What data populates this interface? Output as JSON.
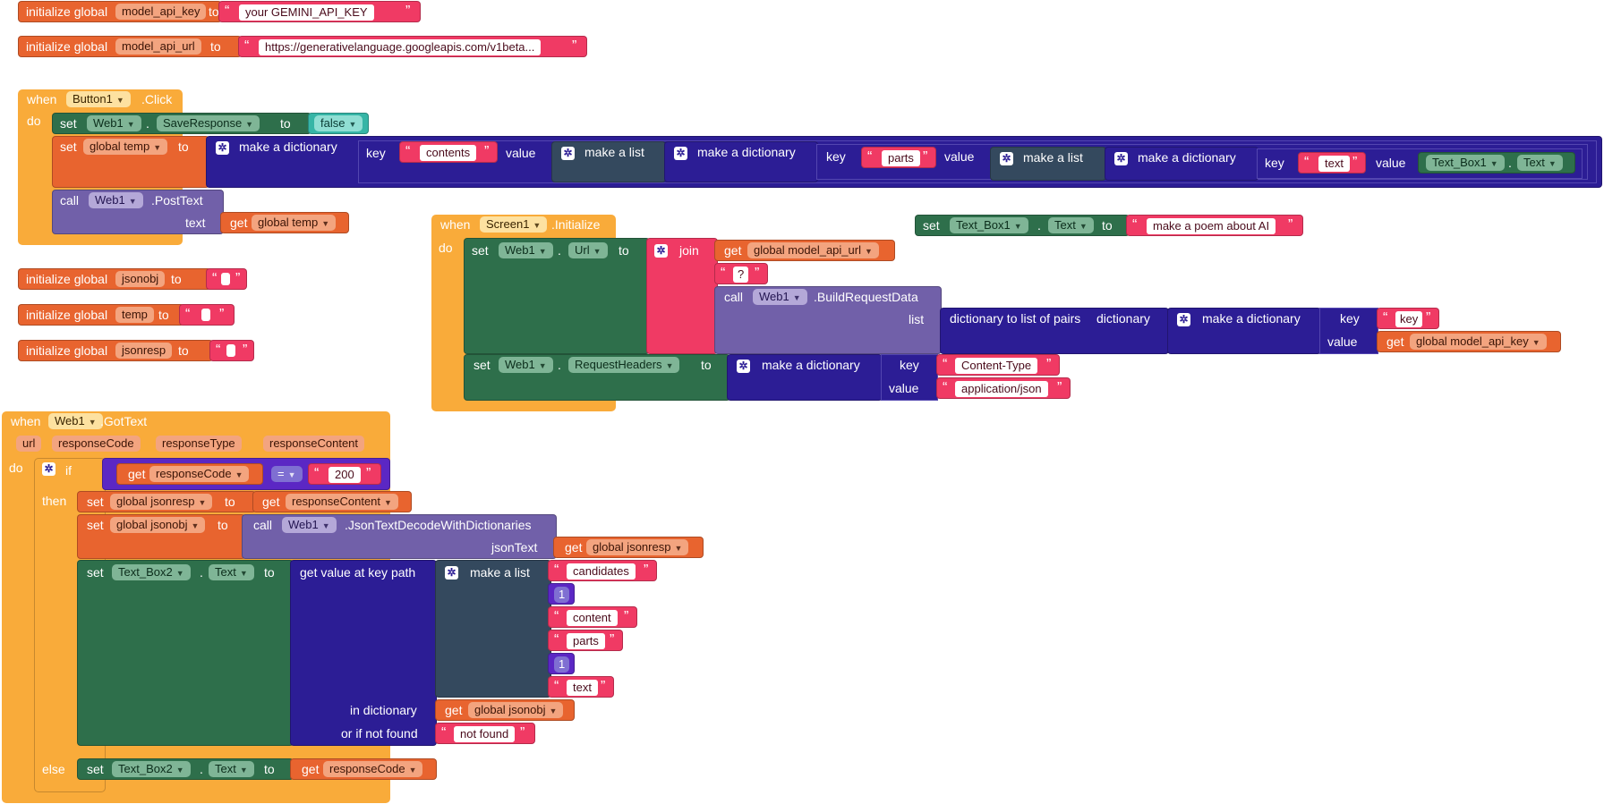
{
  "kw": {
    "init_global": "initialize global",
    "to": "to",
    "when": "when",
    "do": "do",
    "set": "set",
    "call": "call",
    "get": "get",
    "dot": ".",
    "make_dictionary": "make a dictionary",
    "make_list": "make a list",
    "key": "key",
    "value": "value",
    "text": "text",
    "join": "join",
    "list": "list",
    "dict_to_pairs": "dictionary to list of pairs",
    "dictionary": "dictionary",
    "if": "if",
    "then": "then",
    "else": "else",
    "json_text": "jsonText",
    "get_value_key_path": "get value at key path",
    "in_dictionary": "in dictionary",
    "or_if_not_found": "or if not found",
    "open_quote": "“",
    "close_quote": "”"
  },
  "globals": {
    "model_api_key": {
      "name": "model_api_key",
      "value": "your GEMINI_API_KEY"
    },
    "model_api_url": {
      "name": "model_api_url",
      "value": "https://generativelanguage.googleapis.com/v1beta..."
    },
    "jsonobj": {
      "name": "jsonobj",
      "value": " "
    },
    "temp": {
      "name": "temp",
      "value": " "
    },
    "jsonresp": {
      "name": "jsonresp",
      "value": " "
    }
  },
  "button_click": {
    "component": "Button1",
    "event": ".Click",
    "set_component": "Web1",
    "set_property": "SaveResponse",
    "bool_value": "false",
    "set_var": "global temp",
    "key_contents": "contents",
    "key_parts": "parts",
    "key_text": "text",
    "textbox": "Text_Box1",
    "textbox_prop": "Text",
    "call_component": "Web1",
    "call_method": ".PostText",
    "get_var": "global temp"
  },
  "screen_init": {
    "component": "Screen1",
    "event": ".Initialize",
    "web": "Web1",
    "url_prop": "Url",
    "get_url": "global model_api_url",
    "question": "?",
    "build_method": ".BuildRequestData",
    "key_key": "key",
    "get_key": "global model_api_key",
    "headers_prop": "RequestHeaders",
    "content_type": "Content-Type",
    "app_json": "application/json"
  },
  "floating_set": {
    "textbox": "Text_Box1",
    "prop": "Text",
    "value": "make a poem about AI"
  },
  "got_text": {
    "component": "Web1",
    "event": ".GotText",
    "params": [
      "url",
      "responseCode",
      "responseType",
      "responseContent"
    ],
    "get_code": "responseCode",
    "op": "=",
    "code_200": "200",
    "set_jsonresp": "global jsonresp",
    "get_content": "responseContent",
    "set_jsonobj": "global jsonobj",
    "web": "Web1",
    "decode_method": ".JsonTextDecodeWithDictionaries",
    "get_jsonresp": "global jsonresp",
    "textbox2": "Text_Box2",
    "prop": "Text",
    "path": [
      "candidates",
      "1",
      "content",
      "parts",
      "1",
      "text"
    ],
    "get_jsonobj": "global jsonobj",
    "not_found": "not found",
    "else_get": "responseCode"
  },
  "colors": {
    "variables": "#e8642f",
    "text": "#f03a64",
    "events": "#f9ab3a",
    "setters": "#2e6f4b",
    "dictionaries": "#2c1d95",
    "lists": "#34495e",
    "methods": "#7160a9",
    "logic": "#36b5a6",
    "math": "#5b27c4"
  }
}
